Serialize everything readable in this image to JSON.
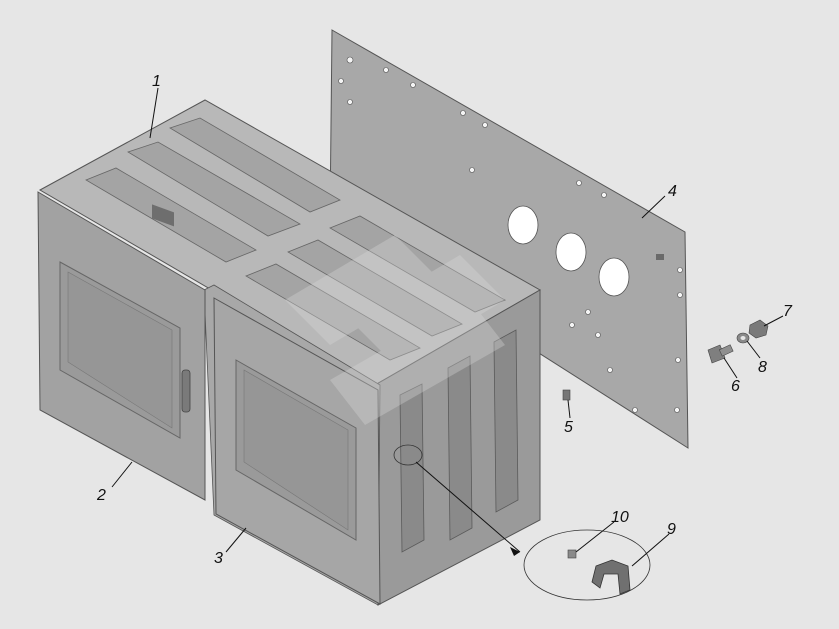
{
  "diagram": {
    "parts": [
      {
        "number": "1",
        "name": "box-body"
      },
      {
        "number": "2",
        "name": "left-door"
      },
      {
        "number": "3",
        "name": "right-door"
      },
      {
        "number": "4",
        "name": "mounting-plate"
      },
      {
        "number": "5",
        "name": "small-stud"
      },
      {
        "number": "6",
        "name": "bolt"
      },
      {
        "number": "7",
        "name": "nut"
      },
      {
        "number": "8",
        "name": "washer"
      },
      {
        "number": "9",
        "name": "clip-bracket"
      },
      {
        "number": "10",
        "name": "small-screw"
      }
    ],
    "colors": {
      "background": "#e6e6e6",
      "panel_light": "#b4b4b4",
      "panel_mid": "#9c9c9c",
      "panel_dark": "#7a7a7a",
      "watermark": "#d0d0d0"
    }
  }
}
